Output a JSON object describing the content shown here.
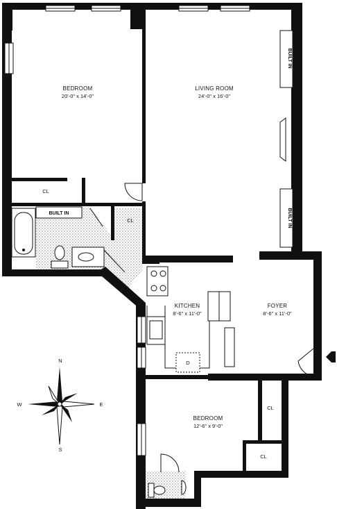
{
  "rooms": {
    "bedroom_main": {
      "name": "BEDROOM",
      "dims": "20'-0\" x 14'-0\""
    },
    "living_room": {
      "name": "LIVING ROOM",
      "dims": "24'-0\" x 16'-0\""
    },
    "kitchen": {
      "name": "KITCHEN",
      "dims": "8'-6\" x 11'-0\""
    },
    "foyer": {
      "name": "FOYER",
      "dims": "8'-6\" x 11'-0\""
    },
    "bedroom_second": {
      "name": "BEDROOM",
      "dims": "12'-6\" x 9'-0\""
    }
  },
  "closets": {
    "cl_bedroom": "CL",
    "cl_bath": "CL",
    "cl_second_1": "CL",
    "cl_second_2": "CL"
  },
  "built_ins": {
    "bath": "BUILT IN",
    "living_top": "BUILT IN",
    "living_bottom": "BUILT IN"
  },
  "kitchen_appliance": "D",
  "compass": {
    "n": "N",
    "s": "S",
    "e": "E",
    "w": "W"
  }
}
